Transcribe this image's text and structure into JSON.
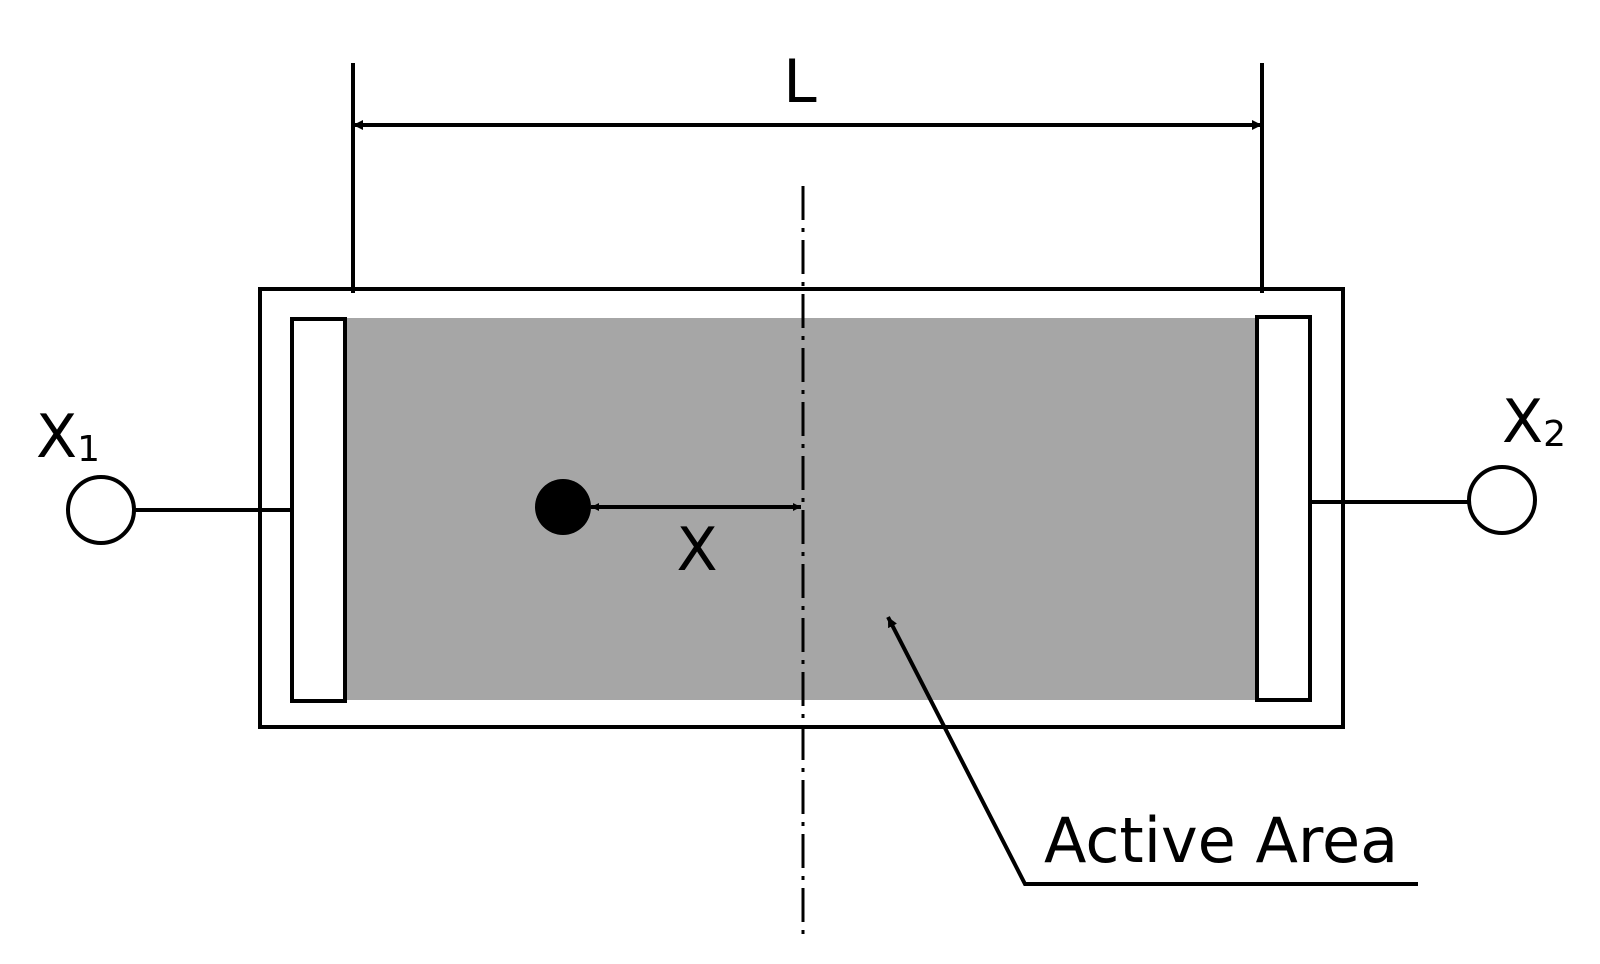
{
  "labels": {
    "length": "L",
    "offset": "X",
    "active_area": "Active Area",
    "terminal_1": {
      "letter": "X",
      "subscript": "1"
    },
    "terminal_2": {
      "letter": "X",
      "subscript": "2"
    }
  },
  "colors": {
    "active_area": "#a6a6a6",
    "stroke": "#000000",
    "background": "#ffffff"
  }
}
